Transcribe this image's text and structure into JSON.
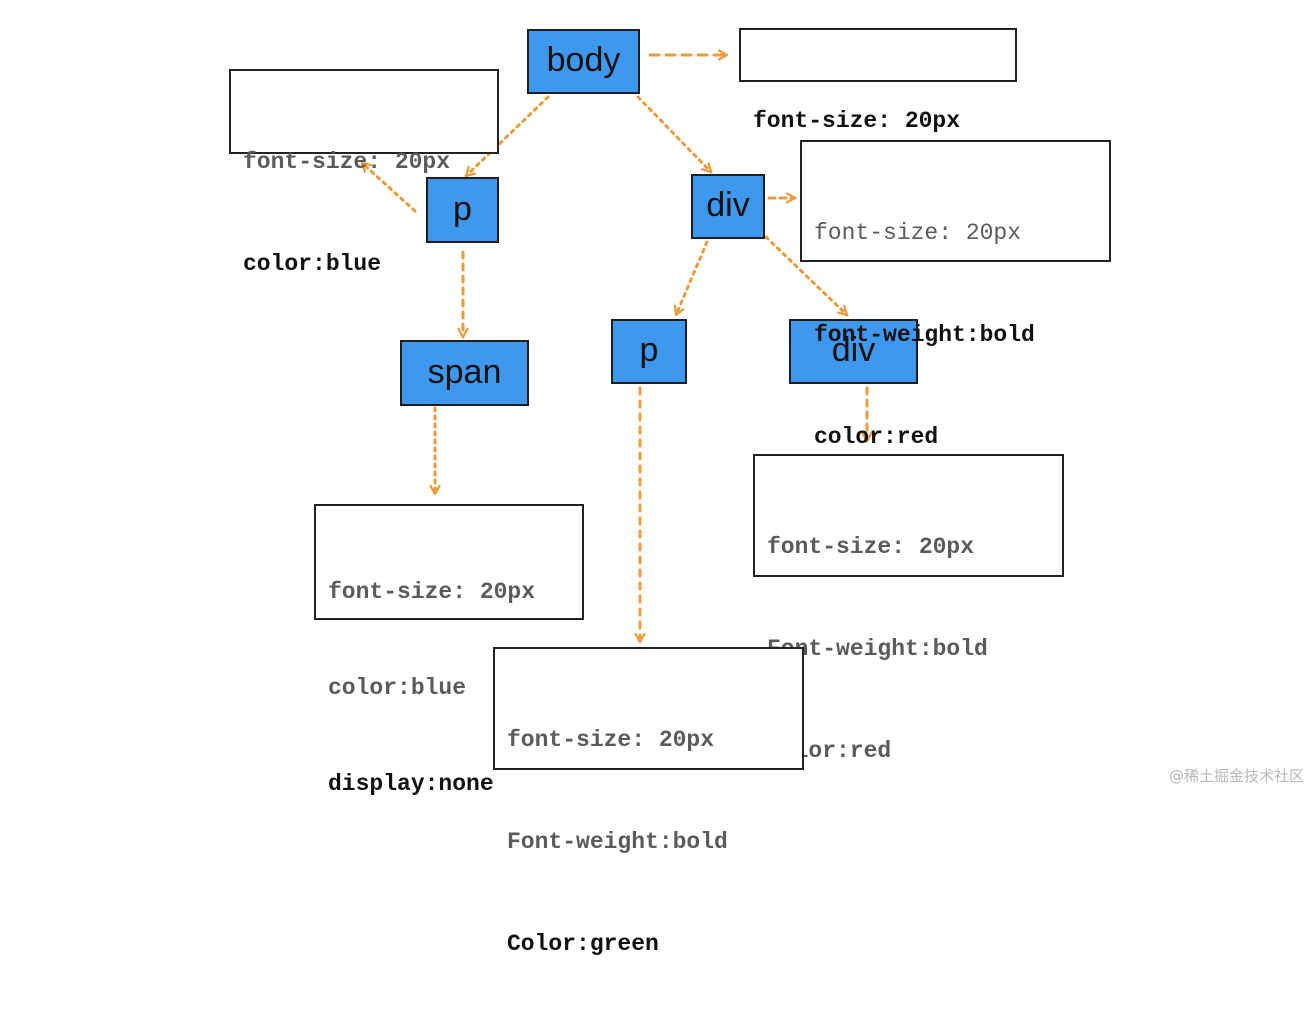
{
  "colors": {
    "node_fill": "#3d98ee",
    "arrow": "#ef9a3c"
  },
  "nodes": {
    "body": "body",
    "p1": "p",
    "div1": "div",
    "span": "span",
    "p2": "p",
    "div2": "div"
  },
  "boxes": {
    "body_style": [
      {
        "text": "font-size: 20px",
        "style": "black-b"
      }
    ],
    "p1_style": [
      {
        "text": "font-size: 20px",
        "style": "gray-b"
      },
      {
        "text": "color:blue",
        "style": "black-b"
      }
    ],
    "div1_style": [
      {
        "text": "font-size: 20px",
        "style": "gray"
      },
      {
        "text": "font-weight:bold",
        "style": "black-b"
      },
      {
        "text": "color:red",
        "style": "black-b"
      }
    ],
    "span_style": [
      {
        "text": "font-size: 20px",
        "style": "gray-b"
      },
      {
        "text": "color:blue",
        "style": "gray-b"
      },
      {
        "text": "display:none",
        "style": "black-b"
      }
    ],
    "div2_style": [
      {
        "text": "font-size: 20px",
        "style": "gray-b"
      },
      {
        "text": "Font-weight:bold",
        "style": "gray-b"
      },
      {
        "text": "color:red",
        "style": "gray-b"
      }
    ],
    "p2_style": [
      {
        "text": "font-size: 20px",
        "style": "gray-b"
      },
      {
        "text": "Font-weight:bold",
        "style": "gray-b"
      },
      {
        "text": "Color:green",
        "style": "black-b"
      }
    ]
  },
  "watermark": "@稀土掘金技术社区"
}
